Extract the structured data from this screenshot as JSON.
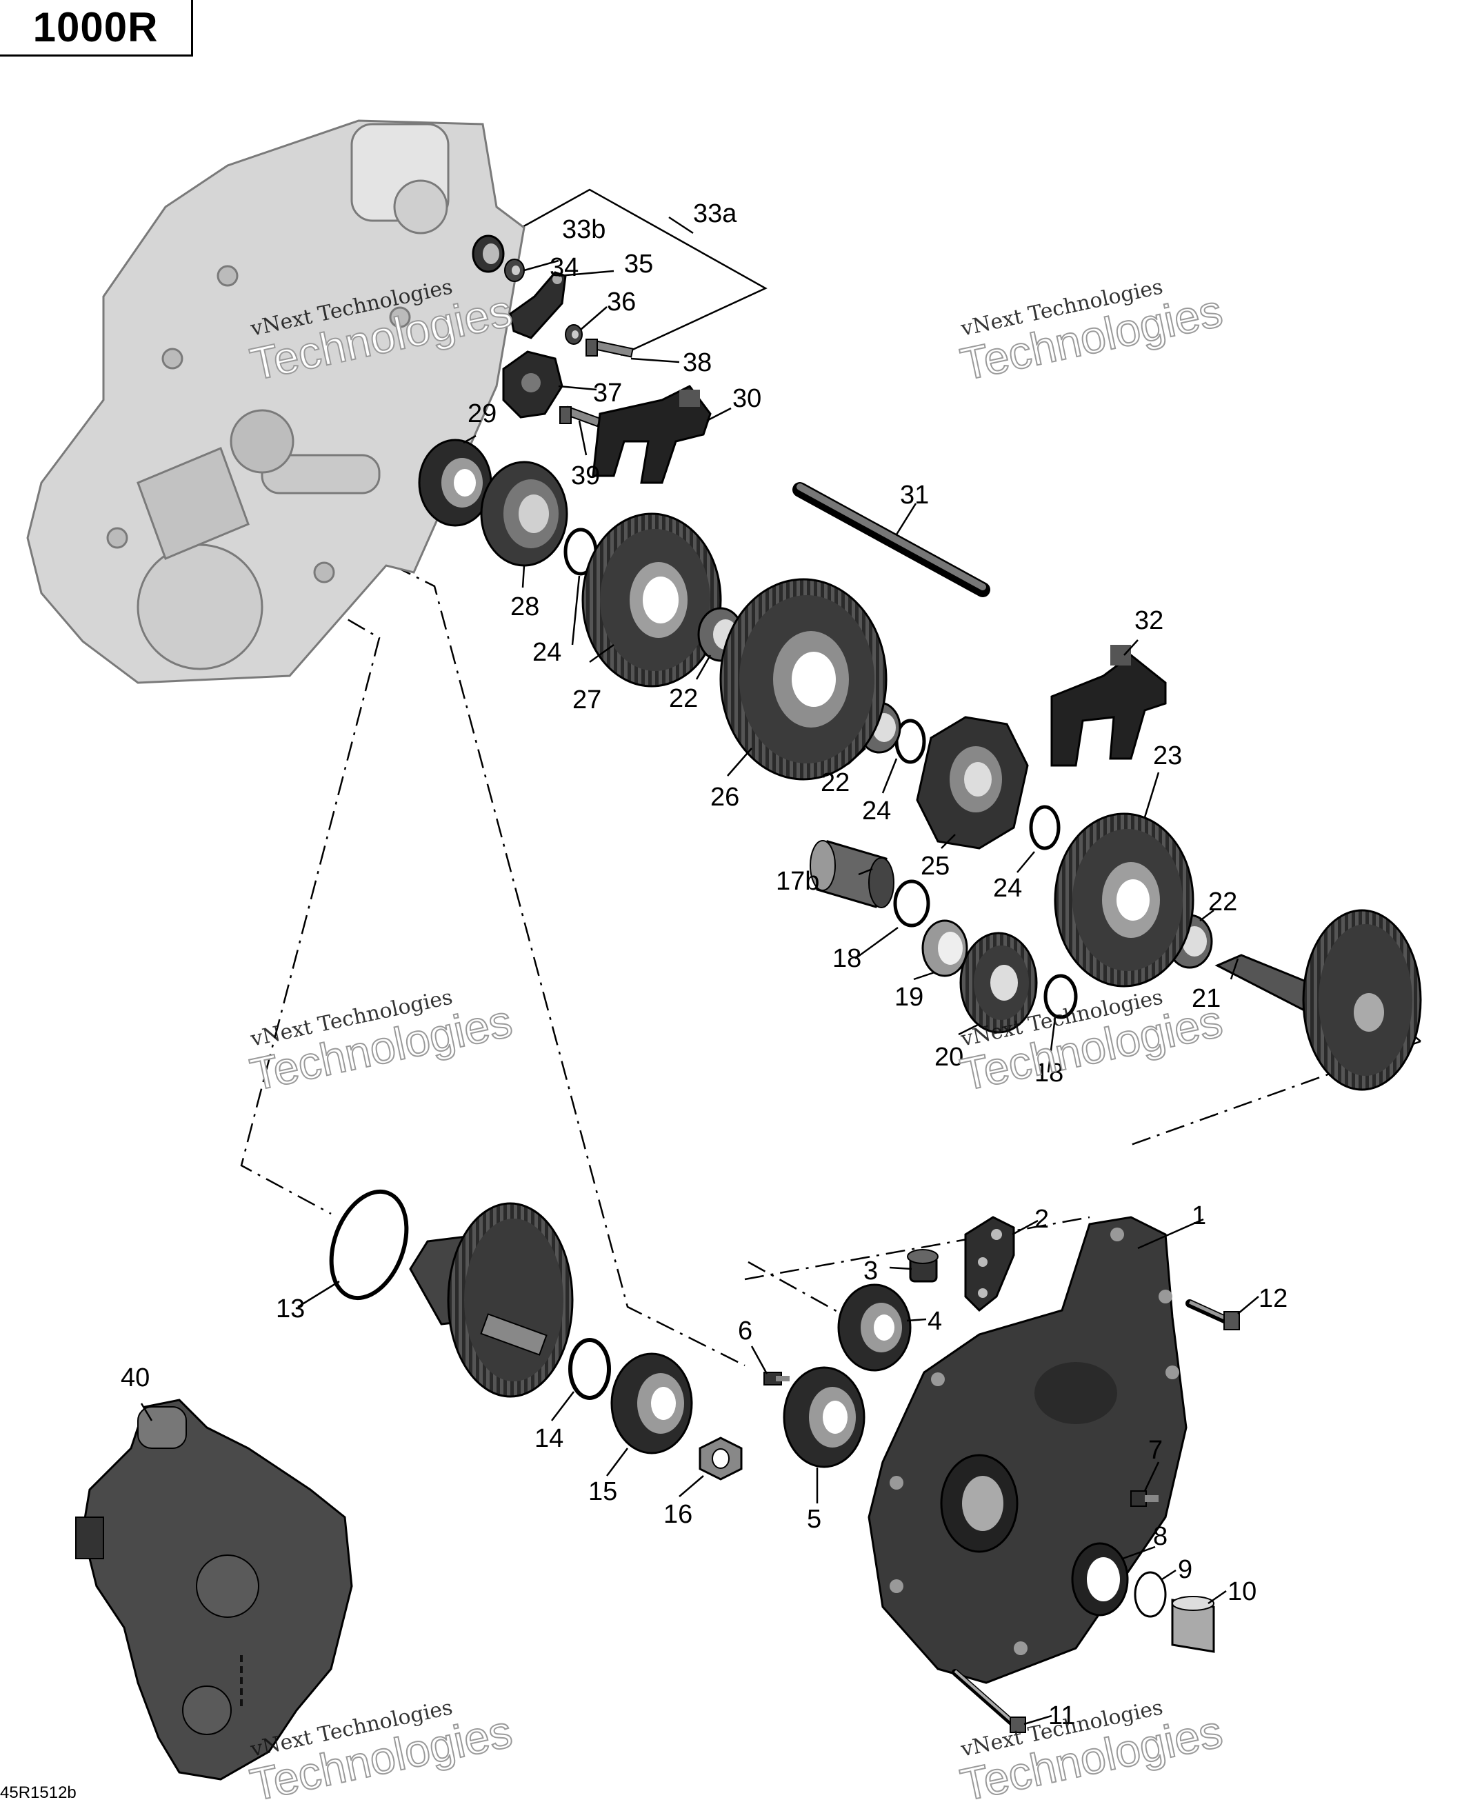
{
  "header": {
    "model": "1000R"
  },
  "footer": {
    "doc_code": "45R1512b"
  },
  "watermark": {
    "line1": "vNext Technologies",
    "line2": "Technologies",
    "logo": "vNext"
  },
  "callouts": [
    {
      "id": "c1",
      "text": "1"
    },
    {
      "id": "c2",
      "text": "2"
    },
    {
      "id": "c3",
      "text": "3"
    },
    {
      "id": "c4",
      "text": "4"
    },
    {
      "id": "c5",
      "text": "5"
    },
    {
      "id": "c6",
      "text": "6"
    },
    {
      "id": "c7",
      "text": "7"
    },
    {
      "id": "c8",
      "text": "8"
    },
    {
      "id": "c9",
      "text": "9"
    },
    {
      "id": "c10",
      "text": "10"
    },
    {
      "id": "c11",
      "text": "11"
    },
    {
      "id": "c12",
      "text": "12"
    },
    {
      "id": "c13",
      "text": "13"
    },
    {
      "id": "c14",
      "text": "14"
    },
    {
      "id": "c15",
      "text": "15"
    },
    {
      "id": "c16",
      "text": "16"
    },
    {
      "id": "c17b",
      "text": "17b"
    },
    {
      "id": "c18a",
      "text": "18"
    },
    {
      "id": "c18b",
      "text": "18"
    },
    {
      "id": "c19",
      "text": "19"
    },
    {
      "id": "c20",
      "text": "20"
    },
    {
      "id": "c21",
      "text": "21"
    },
    {
      "id": "c22a",
      "text": "22"
    },
    {
      "id": "c22b",
      "text": "22"
    },
    {
      "id": "c22c",
      "text": "22"
    },
    {
      "id": "c23",
      "text": "23"
    },
    {
      "id": "c24a",
      "text": "24"
    },
    {
      "id": "c24b",
      "text": "24"
    },
    {
      "id": "c24c",
      "text": "24"
    },
    {
      "id": "c25",
      "text": "25"
    },
    {
      "id": "c26",
      "text": "26"
    },
    {
      "id": "c27",
      "text": "27"
    },
    {
      "id": "c28",
      "text": "28"
    },
    {
      "id": "c29",
      "text": "29"
    },
    {
      "id": "c30",
      "text": "30"
    },
    {
      "id": "c31",
      "text": "31"
    },
    {
      "id": "c32",
      "text": "32"
    },
    {
      "id": "c33a",
      "text": "33a"
    },
    {
      "id": "c33b",
      "text": "33b"
    },
    {
      "id": "c34",
      "text": "34"
    },
    {
      "id": "c35",
      "text": "35"
    },
    {
      "id": "c36",
      "text": "36"
    },
    {
      "id": "c37",
      "text": "37"
    },
    {
      "id": "c38",
      "text": "38"
    },
    {
      "id": "c39",
      "text": "39"
    },
    {
      "id": "c40",
      "text": "40"
    }
  ]
}
